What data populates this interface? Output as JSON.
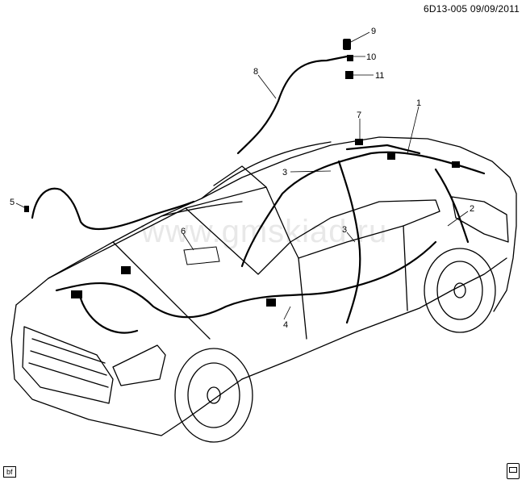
{
  "header": {
    "reference": "6D13-005  09/09/2011"
  },
  "watermark": "www.gmskiad.ru",
  "callouts": {
    "c1": "1",
    "c2": "2",
    "c3a": "3",
    "c3b": "3",
    "c4": "4",
    "c5": "5",
    "c6": "6",
    "c7": "7",
    "c8": "8",
    "c9": "9",
    "c10": "10",
    "c11": "11"
  },
  "footer": {
    "code": "bf",
    "icon": "document-icon"
  }
}
